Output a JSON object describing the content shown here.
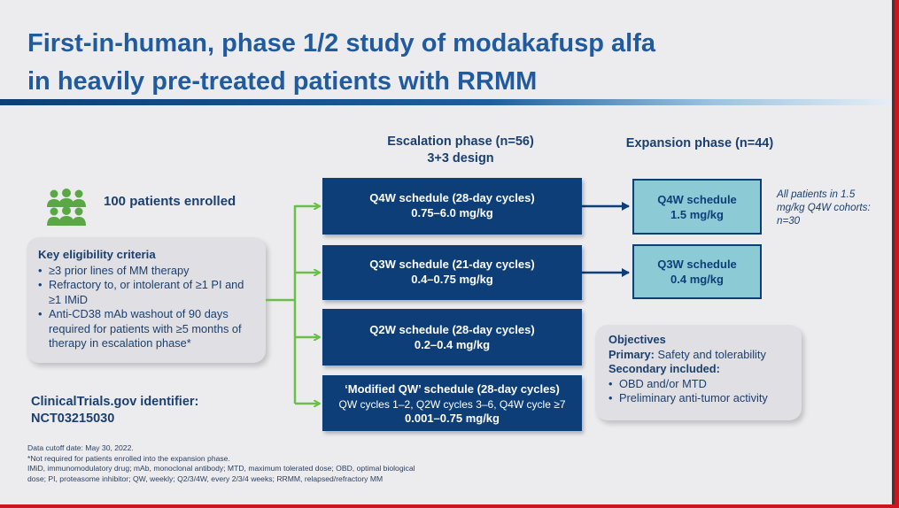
{
  "title_line1": "First-in-human, phase 1/2 study of modakafusp alfa",
  "title_line2": "in heavily pre-treated patients with RRMM",
  "escalation_header_line1": "Escalation phase (n=56)",
  "escalation_header_line2": "3+3 design",
  "expansion_header": "Expansion phase (n=44)",
  "enrolled": "100 patients enrolled",
  "criteria": {
    "heading": "Key eligibility criteria",
    "items": [
      "≥3 prior lines of MM therapy",
      "Refractory to, or intolerant of ≥1 PI and ≥1 IMiD",
      "Anti-CD38 mAb washout of 90 days required for patients with ≥5 months of therapy in escalation phase*"
    ]
  },
  "clinicaltrials": {
    "label": "ClinicalTrials.gov identifier:",
    "id": "NCT03215030"
  },
  "escalation_schedules": [
    {
      "title": "Q4W schedule (28-day cycles)",
      "dose": "0.75–6.0 mg/kg"
    },
    {
      "title": "Q3W schedule (21-day cycles)",
      "dose": "0.4–0.75 mg/kg"
    },
    {
      "title": "Q2W schedule (28-day cycles)",
      "dose": "0.2–0.4 mg/kg"
    },
    {
      "title": "‘Modified QW’ schedule (28-day cycles)",
      "subtitle": "QW cycles 1–2, Q2W cycles 3–6, Q4W cycle ≥7",
      "dose": "0.001–0.75 mg/kg"
    }
  ],
  "expansion_schedules": [
    {
      "title": "Q4W schedule",
      "dose": "1.5 mg/kg"
    },
    {
      "title": "Q3W schedule",
      "dose": "0.4 mg/kg"
    }
  ],
  "expansion_note": "All patients in 1.5 mg/kg Q4W cohorts: n=30",
  "objectives": {
    "heading": "Objectives",
    "primary_label": "Primary:",
    "primary_value": "Safety and tolerability",
    "secondary_label": "Secondary included:",
    "secondary_items": [
      "OBD and/or MTD",
      "Preliminary anti-tumor activity"
    ]
  },
  "footnotes": [
    "Data cutoff date: May 30, 2022.",
    "*Not required for patients enrolled into the expansion phase.",
    "IMiD, immunomodulatory drug; mAb, monoclonal antibody; MTD, maximum tolerated dose; OBD, optimal biological",
    "dose; PI, proteasome inhibitor; QW, weekly; Q2/3/4W, every 2/3/4 weeks; RRMM, relapsed/refractory MM"
  ],
  "colors": {
    "title": "#1f5b9e",
    "schedule_box": "#0d3e78",
    "expansion_box": "#8ccbd6",
    "connector_green": "#6abf4b",
    "connector_navy": "#0d3e78",
    "icon_green": "#5aa844"
  },
  "icons": {
    "people": "people-group-icon"
  }
}
